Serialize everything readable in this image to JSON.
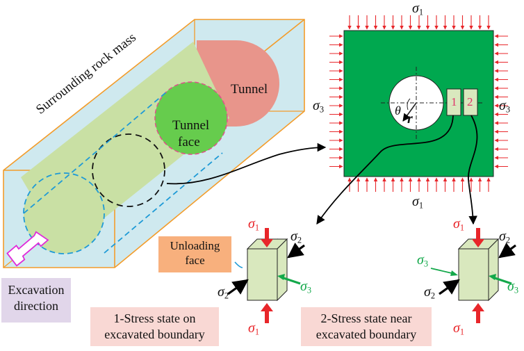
{
  "labels": {
    "surrounding": "Surrounding rock mass",
    "tunnel": "Tunnel",
    "tunnel_face_1": "Tunnel",
    "tunnel_face_2": "face",
    "excavation_1": "Excavation",
    "excavation_2": "direction",
    "unloading_1": "Unloading",
    "unloading_2": "face",
    "state1_1": "1-Stress state on",
    "state1_2": "excavated boundary",
    "state2_1": "2-Stress state near",
    "state2_2": "excavated boundary",
    "elem1": "1",
    "elem2": "2",
    "theta": "θ",
    "r": "r"
  },
  "symbols": {
    "sigma": "σ",
    "s1": "1",
    "s2": "2",
    "s3": "3"
  },
  "colors": {
    "box_fill": "#cfe9ef",
    "box_edge": "#f39c2a",
    "tunnel_pink": "#e8958b",
    "face_green": "#66cc4d",
    "light_green": "#c9e0a4",
    "dash_blue": "#1e9ad6",
    "dash_pink": "#e0508c",
    "plate_green": "#00a84f",
    "load_red": "#e8262a",
    "label_orange": "#f8b07d",
    "label_purple": "#e1d6ea",
    "label_pink": "#f9d8d4",
    "arrow_magenta": "#e02bd9",
    "sigma3_green": "#13a84a",
    "element_fill": "#d9e8be"
  }
}
